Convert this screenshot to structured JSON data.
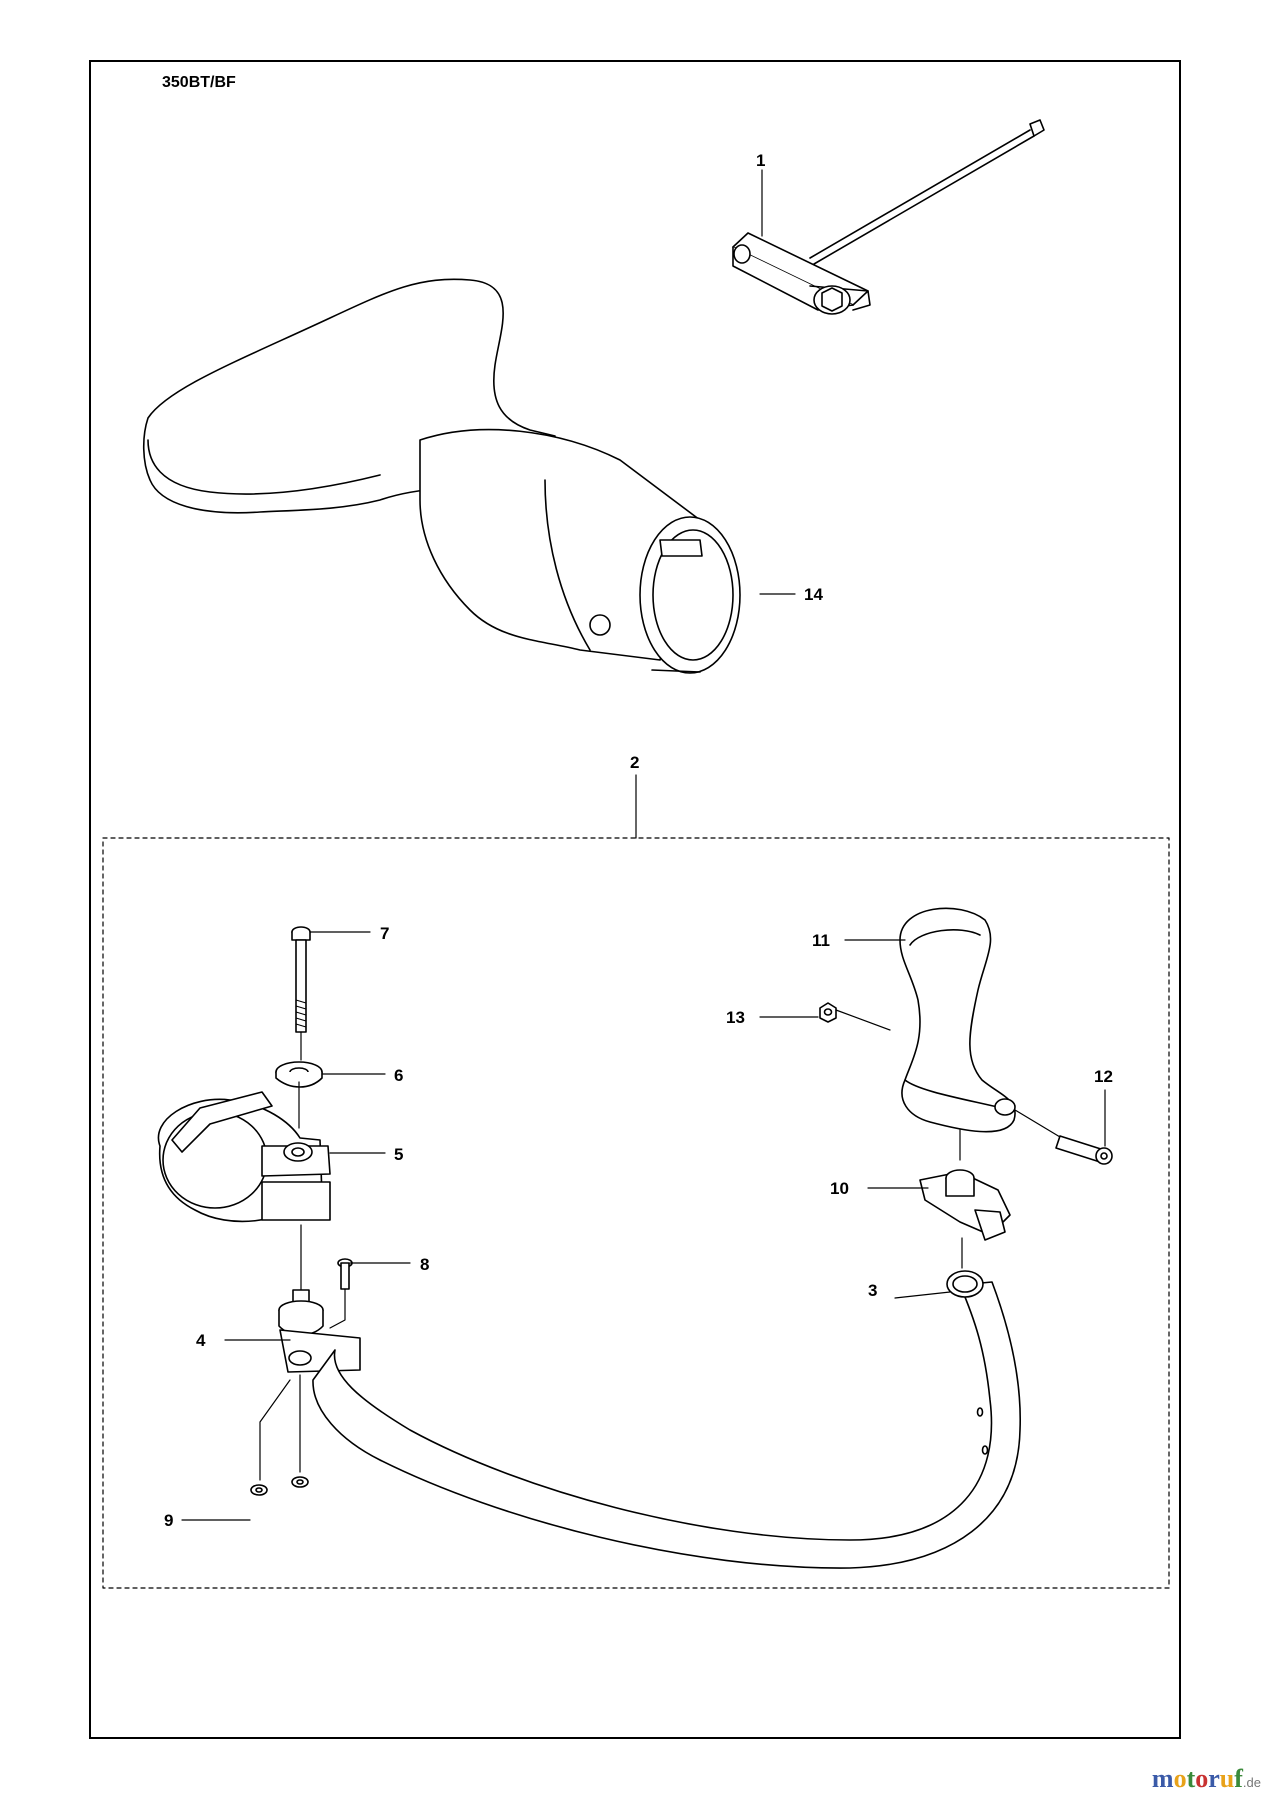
{
  "model_label": "350BT/BF",
  "callouts": [
    {
      "id": "1",
      "label": "1"
    },
    {
      "id": "2",
      "label": "2"
    },
    {
      "id": "3",
      "label": "3"
    },
    {
      "id": "4",
      "label": "4"
    },
    {
      "id": "5",
      "label": "5"
    },
    {
      "id": "6",
      "label": "6"
    },
    {
      "id": "7",
      "label": "7"
    },
    {
      "id": "8",
      "label": "8"
    },
    {
      "id": "9",
      "label": "9"
    },
    {
      "id": "10",
      "label": "10"
    },
    {
      "id": "11",
      "label": "11"
    },
    {
      "id": "12",
      "label": "12"
    },
    {
      "id": "13",
      "label": "13"
    },
    {
      "id": "14",
      "label": "14"
    }
  ],
  "watermark": {
    "letters": [
      "m",
      "o",
      "t",
      "o",
      "r",
      "u",
      "f"
    ],
    "letter_colors": [
      "#3a5aa8",
      "#e8a21a",
      "#3a8a3a",
      "#c83232",
      "#3a5aa8",
      "#e8a21a",
      "#3a8a3a"
    ],
    "tld": ".de"
  },
  "colors": {
    "line": "#000000",
    "part_fill": "#ffffff",
    "shade": "#e6e6e6"
  }
}
